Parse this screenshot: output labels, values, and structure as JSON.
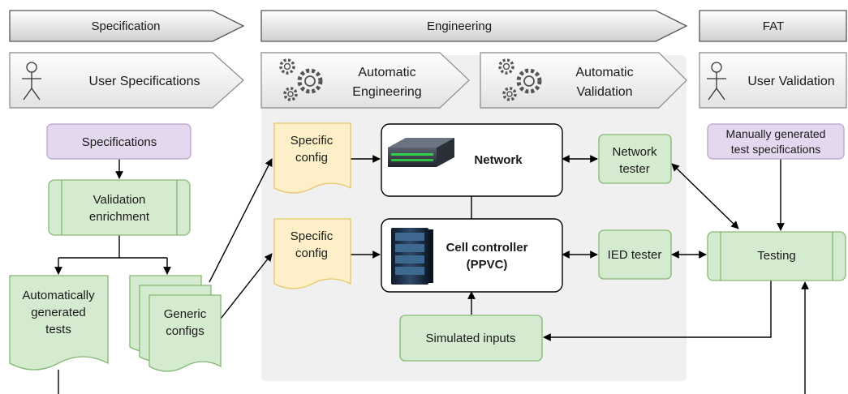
{
  "phases": {
    "specification": "Specification",
    "engineering": "Engineering",
    "fat": "FAT"
  },
  "steps": {
    "user_specifications": "User Specifications",
    "automatic_engineering": [
      "Automatic",
      "Engineering"
    ],
    "automatic_validation": [
      "Automatic",
      "Validation"
    ],
    "user_validation": "User Validation"
  },
  "nodes": {
    "specifications": "Specifications",
    "validation_enrichment": [
      "Validation",
      "enrichment"
    ],
    "auto_tests": [
      "Automatically",
      "generated",
      "tests"
    ],
    "generic_configs": [
      "Generic",
      "configs"
    ],
    "specific_config_top": [
      "Specific",
      "config"
    ],
    "specific_config_bottom": [
      "Specific",
      "config"
    ],
    "network": "Network",
    "cell_controller": [
      "Cell controller",
      "(PPVC)"
    ],
    "network_tester": [
      "Network",
      "tester"
    ],
    "ied_tester": "IED tester",
    "simulated_inputs": "Simulated inputs",
    "manual_test_specs": [
      "Manually generated",
      "test specifications"
    ],
    "testing": "Testing"
  },
  "colors": {
    "purple": "#e4d8ee",
    "green": "#d5ebcf",
    "green_stroke": "#83b873",
    "yellow": "#fdf0c8",
    "gray": "#f0f0f0"
  }
}
